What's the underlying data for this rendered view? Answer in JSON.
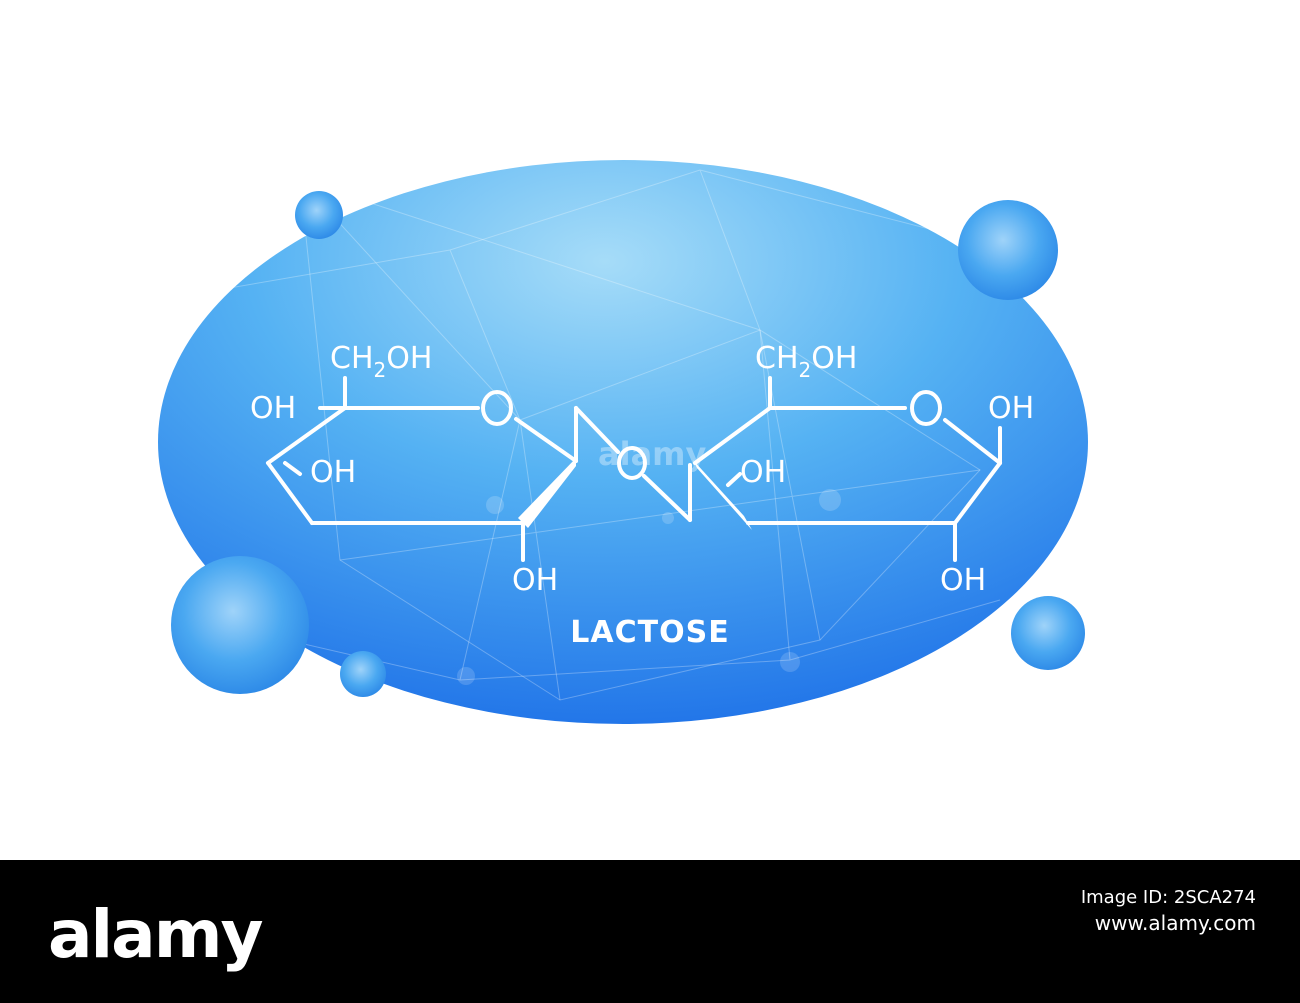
{
  "diagram": {
    "title": "LACTOSE",
    "left_ring": {
      "group_top": "CH",
      "group_sub": "2",
      "group_tail": "OH",
      "oh_left": "OH",
      "oh_inner": "OH",
      "oh_bottom": "OH",
      "ring_oxygen": "O"
    },
    "right_ring": {
      "group_top": "CH",
      "group_sub": "2",
      "group_tail": "OH",
      "oh_right": "OH",
      "oh_inner": "OH",
      "oh_bottom": "OH",
      "ring_oxygen": "O"
    },
    "bridge_oxygen": "O",
    "watermark": "alamy",
    "colors": {
      "ellipse_light": "#a6dcf8",
      "ellipse_mid": "#3aa0f0",
      "ellipse_dark": "#1e74ea",
      "sphere": "#3fa4ef"
    }
  },
  "footer": {
    "brand": "alamy",
    "meta_line1": "Image ID: 2SCA274",
    "meta_line2": "www.alamy.com"
  }
}
